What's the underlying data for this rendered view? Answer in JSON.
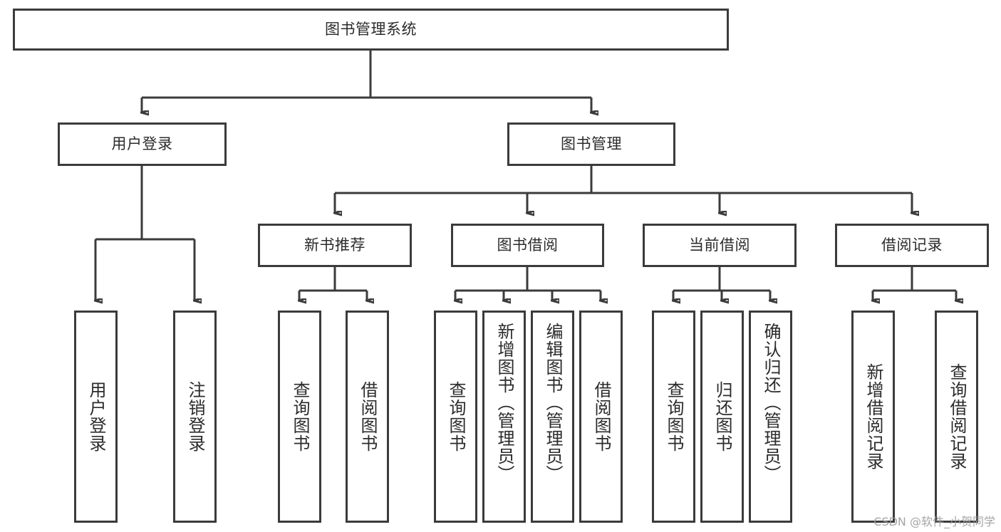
{
  "diagram": {
    "title": "图书管理系统",
    "type": "tree-hierarchy-chart",
    "watermark": "CSDN @软件_小贺同学",
    "colors": {
      "stroke": "#3b3b3b",
      "background": "#ffffff",
      "text": "#2b2b2b",
      "watermark": "#9b9b9b"
    },
    "root": {
      "label": "图书管理系统"
    },
    "level2": [
      {
        "label": "用户登录"
      },
      {
        "label": "图书管理"
      }
    ],
    "level3": [
      {
        "label": "新书推荐"
      },
      {
        "label": "图书借阅"
      },
      {
        "label": "当前借阅"
      },
      {
        "label": "借阅记录"
      }
    ],
    "leaves": {
      "user_login": [
        {
          "label": "用户登录"
        },
        {
          "label": "注销登录"
        }
      ],
      "new_book_recommend": [
        {
          "label": "查询图书"
        },
        {
          "label": "借阅图书"
        }
      ],
      "book_borrow": [
        {
          "label": "查询图书"
        },
        {
          "label": "新增图书（管理员）"
        },
        {
          "label": "编辑图书（管理员）"
        },
        {
          "label": "借阅图书"
        }
      ],
      "current_borrow": [
        {
          "label": "查询图书"
        },
        {
          "label": "归还图书"
        },
        {
          "label": "确认归还（管理员）"
        }
      ],
      "borrow_record": [
        {
          "label": "新增借阅记录"
        },
        {
          "label": "查询借阅记录"
        }
      ]
    }
  }
}
